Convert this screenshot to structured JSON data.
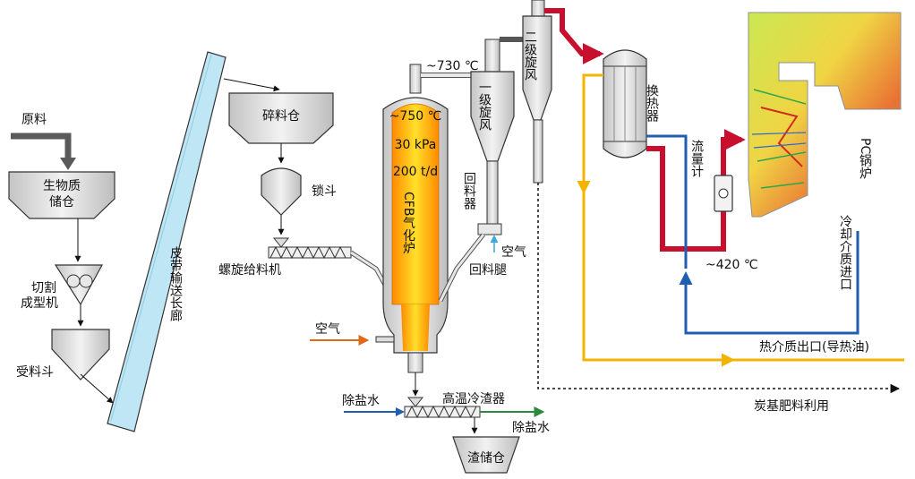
{
  "labels": {
    "raw_material": "原料",
    "biomass_storage": "生物质\n储仓",
    "cutting_former": "切割\n成型机",
    "receiving_hopper": "受料斗",
    "belt_conveyor": "皮带输送长廊",
    "crushed_bin": "碎料仓",
    "lock_hopper": "锁斗",
    "screw_feeder": "螺旋给料机",
    "air_1": "空气",
    "temp_730": "~730 ℃",
    "temp_750": "~750 ℃",
    "pressure": "30 kPa",
    "capacity": "200 t/d",
    "cfb_gasifier": "CFB气化炉",
    "primary_cyclone": "一级旋风",
    "secondary_cyclone": "二级旋风",
    "return_material": "回料器",
    "return_leg": "回料腿",
    "air_2": "空气",
    "heat_exchanger": "换热器",
    "flow_meter": "流量计",
    "temp_420": "~420 ℃",
    "pc_boiler": "PC锅炉",
    "coolant_inlet": "冷却介质进口",
    "heat_outlet": "热介质出口(导热油)",
    "char_fertilizer": "炭基肥料利用",
    "demin_water_in": "除盐水",
    "slag_cooler": "高温冷渣器",
    "demin_water_out": "除盐水",
    "slag_bin": "渣储仓"
  },
  "colors": {
    "gas_line": "#c8102e",
    "cold_line": "#1f5fb0",
    "hot_oil_line": "#f2b400",
    "grey_arrow": "#5a5a5a",
    "equipment_fill": "#d9d9d9",
    "belt_fill": "#bfe6f5",
    "air_arrow": "#e06a1a",
    "demin_arrow": "#2a8a3a"
  }
}
